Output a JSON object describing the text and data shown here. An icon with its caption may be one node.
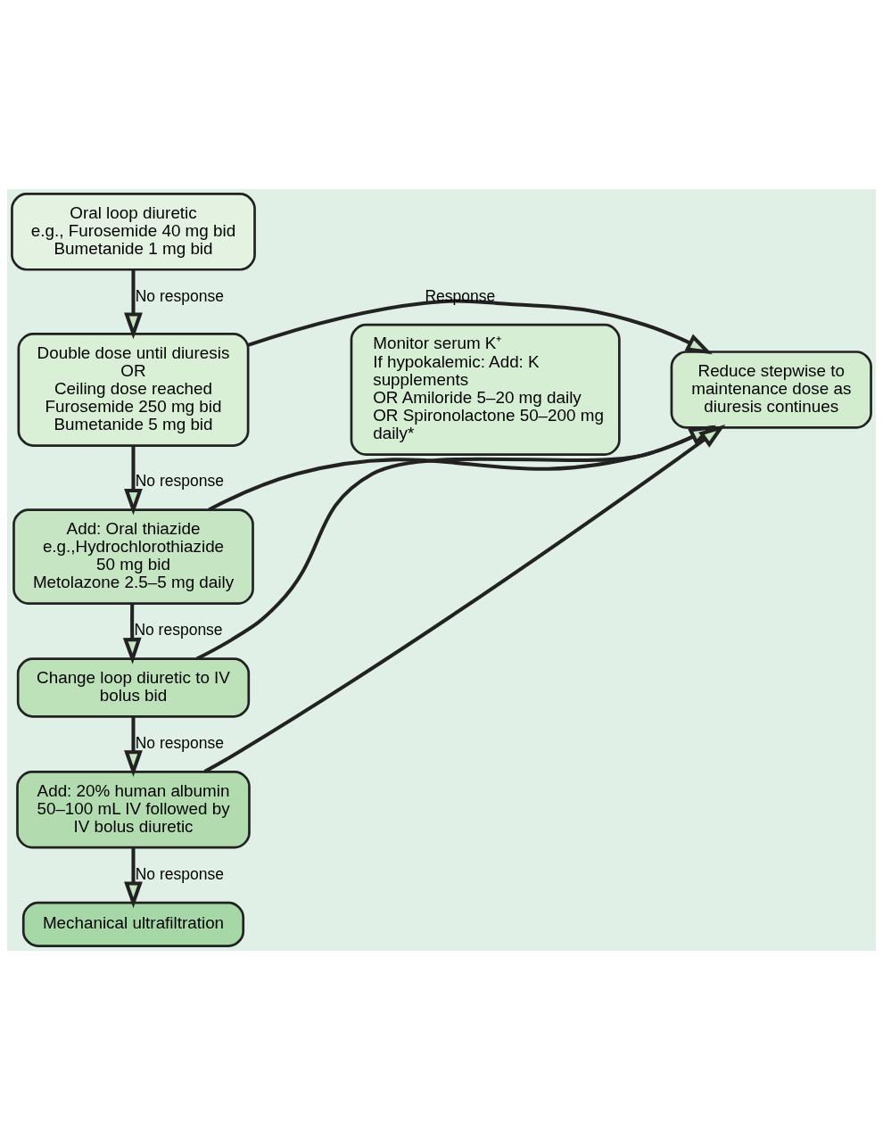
{
  "diagram": {
    "nodes": [
      {
        "text": [
          "Oral loop diuretic",
          "e.g., Furosemide 40 mg bid",
          "Bumetanide 1 mg bid"
        ]
      },
      {
        "text": [
          "Double dose until diuresis",
          "OR",
          "Ceiling dose reached",
          "Furosemide 250 mg bid",
          "Bumetanide 5 mg bid"
        ]
      },
      {
        "text": [
          "Reduce stepwise to maintenance dose as diuresis continues"
        ]
      },
      {
        "text": [
          "Add: Oral thiazide",
          "e.g.,Hydrochlorothiazide",
          "50 mg bid",
          "Metolazone 2.5–5 mg daily"
        ]
      },
      {
        "text": [
          "Change loop diuretic to IV bolus bid"
        ]
      },
      {
        "text": [
          "Add: 20% human albumin 50–100 mL IV followed by IV bolus diuretic"
        ]
      },
      {
        "text": [
          "Mechanical ultrafiltration"
        ]
      },
      {
        "text": [
          "Monitor serum K⁺",
          "If hypokalemic: Add: K supplements",
          "OR Amiloride 5–20 mg daily",
          "OR Spironolactone 50–200 mg daily*"
        ]
      }
    ],
    "edges": [
      {
        "from": 0,
        "to": 1,
        "arrow": "to",
        "label": "No response"
      },
      {
        "from": 1,
        "to": 2,
        "arrow": "to",
        "label": "Response"
      },
      {
        "from": 1,
        "to": 3,
        "arrow": "to",
        "label": "No response"
      },
      {
        "from": 3,
        "to": 2,
        "arrow": "to"
      },
      {
        "from": 3,
        "to": 4,
        "arrow": "to",
        "label": "No response"
      },
      {
        "from": 4,
        "to": 2,
        "arrow": "to"
      },
      {
        "from": 4,
        "to": 5,
        "arrow": "to",
        "label": "No response"
      },
      {
        "from": 5,
        "to": 2,
        "arrow": "to"
      },
      {
        "from": 5,
        "to": 6,
        "arrow": "to",
        "label": "No response"
      }
    ]
  }
}
